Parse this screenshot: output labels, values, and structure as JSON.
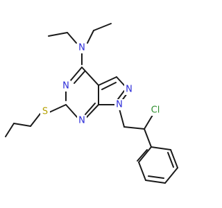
{
  "molecule": {
    "atoms": {
      "n_amine": {
        "label": "N",
        "color": "#2b2bd8"
      },
      "n_ring3": {
        "label": "N",
        "color": "#2b2bd8"
      },
      "n_ring1": {
        "label": "N",
        "color": "#2b2bd8"
      },
      "n_pyraz2": {
        "label": "N",
        "color": "#2b2bd8"
      },
      "n_pyraz1": {
        "label": "N",
        "color": "#2b2bd8"
      },
      "s_thio": {
        "label": "S",
        "color": "#b5a000"
      },
      "cl": {
        "label": "Cl",
        "color": "#2f8f2f"
      }
    },
    "colors": {
      "carbon_bond": "#1a1a1a",
      "nitrogen": "#2b2bd8",
      "sulfur": "#b5a000",
      "chlorine": "#2f8f2f",
      "background": "#ffffff"
    }
  }
}
